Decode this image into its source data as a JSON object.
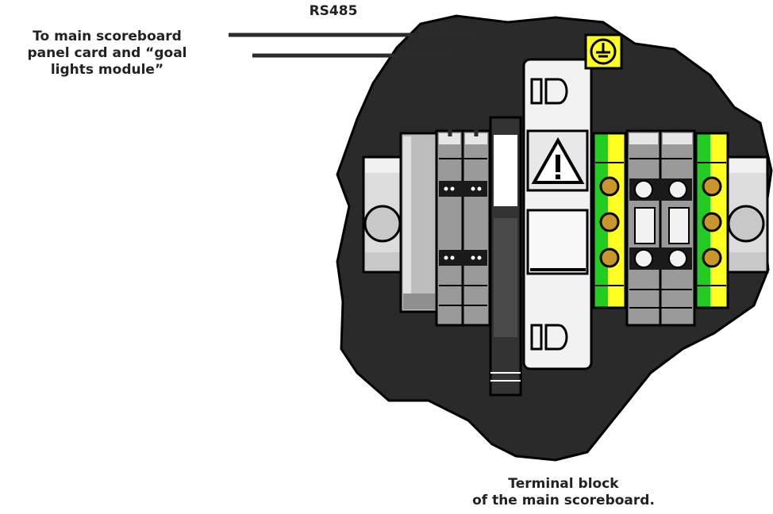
{
  "labels": {
    "rs485": "RS485",
    "callout_line1": "To main scoreboard",
    "callout_line2": "panel card and “goal",
    "callout_line3": "lights module”",
    "caption_line1": "Terminal block",
    "caption_line2": "of the main scoreboard."
  },
  "colors": {
    "background": "#ffffff",
    "blob": "#2a2a2a",
    "outline": "#000000",
    "terminal_gray": "#9a9a9a",
    "terminal_light": "#d0d0d0",
    "terminal_white": "#f2f2f2",
    "green": "#22cc22",
    "yellow": "#ffff22",
    "screw_brass": "#c8962a",
    "wire": "#2b2b2b"
  },
  "icons": [
    "ground-symbol-icon",
    "warning-triangle-icon"
  ]
}
